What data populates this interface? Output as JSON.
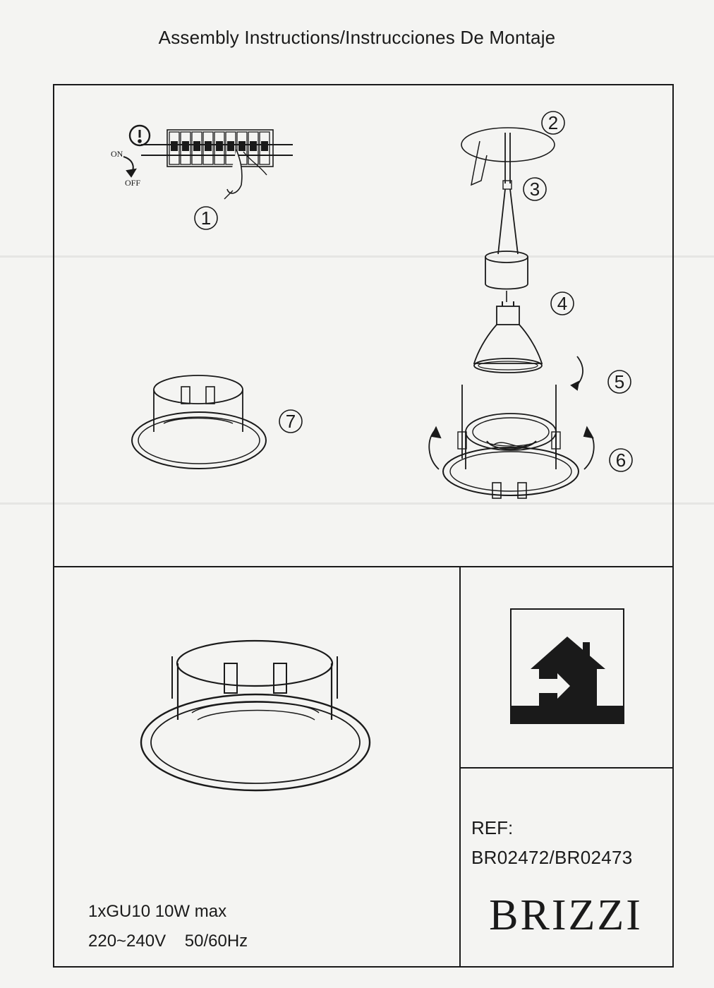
{
  "header": {
    "title": "Assembly Instructions/Instrucciones De Montaje"
  },
  "steps": {
    "breaker": {
      "on_label": "ON",
      "off_label": "OFF"
    },
    "labels": [
      "1",
      "2",
      "3",
      "4",
      "5",
      "6",
      "7"
    ]
  },
  "specs": {
    "line1": "1xGU10 10W max",
    "line2": "220~240V    50/60Hz"
  },
  "reference": {
    "label": "REF:",
    "codes": "BR02472/BR02473"
  },
  "brand": {
    "name": "BRIZZI"
  },
  "icons": [
    "warning-icon",
    "house-indoor-icon",
    "arrow-rotate-icon"
  ]
}
